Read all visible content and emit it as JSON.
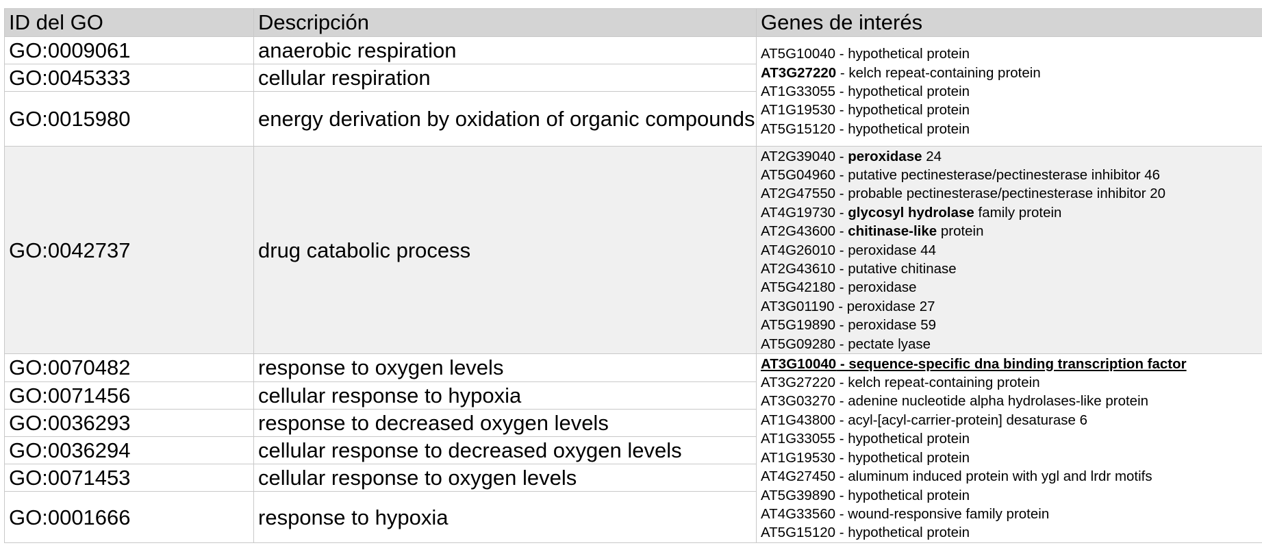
{
  "header": {
    "col_id": "ID del GO",
    "col_desc": "Descripción",
    "col_genes": "Genes de interés"
  },
  "rows": [
    {
      "id": "GO:0009061",
      "desc": "anaerobic respiration"
    },
    {
      "id": "GO:0045333",
      "desc": "cellular respiration"
    },
    {
      "id": "GO:0015980",
      "desc": "energy derivation by oxidation of organic compounds"
    },
    {
      "id": "GO:0042737",
      "desc": "drug catabolic process"
    },
    {
      "id": "GO:0070482",
      "desc": "response to oxygen levels"
    },
    {
      "id": "GO:0071456",
      "desc": "cellular response to hypoxia"
    },
    {
      "id": "GO:0036293",
      "desc": "response to decreased oxygen levels"
    },
    {
      "id": "GO:0036294",
      "desc": "cellular response to decreased oxygen levels"
    },
    {
      "id": "GO:0071453",
      "desc": "cellular response to oxygen levels"
    },
    {
      "id": "GO:0001666",
      "desc": "response to hypoxia"
    }
  ],
  "gene_groups": [
    [
      {
        "code": "AT5G10040",
        "sep": " - ",
        "desc": "hypothetical protein"
      },
      {
        "code": "AT3G27220",
        "sep": " - ",
        "desc": "kelch repeat-containing protein"
      },
      {
        "code": "AT1G33055",
        "sep": " - ",
        "desc": "hypothetical protein"
      },
      {
        "code": "AT1G19530",
        "sep": " - ",
        "desc": "hypothetical protein"
      },
      {
        "code": "AT5G15120",
        "sep": " - ",
        "desc": "hypothetical protein"
      }
    ],
    [
      {
        "code": "AT2G39040",
        "sep": " - ",
        "desc_bold": "peroxidase",
        "desc_rest": " 24"
      },
      {
        "code": "AT5G04960",
        "sep": " - ",
        "desc": "putative pectinesterase/pectinesterase inhibitor 46"
      },
      {
        "code": "AT2G47550",
        "sep": " - ",
        "desc": "probable pectinesterase/pectinesterase inhibitor 20"
      },
      {
        "code": "AT4G19730",
        "sep": " - ",
        "desc_bold": "glycosyl hydrolase",
        "desc_rest": " family protein"
      },
      {
        "code": "AT2G43600",
        "sep": " - ",
        "desc_bold": "chitinase-like",
        "desc_rest": " protein"
      },
      {
        "code": "AT4G26010",
        "sep": " - ",
        "desc": "peroxidase 44"
      },
      {
        "code": "AT2G43610",
        "sep": " - ",
        "desc": "putative chitinase"
      },
      {
        "code": "AT5G42180",
        "sep": " - ",
        "desc": "peroxidase"
      },
      {
        "code": "AT3G01190",
        "sep": " - ",
        "desc": "peroxidase 27"
      },
      {
        "code": "AT5G19890",
        "sep": " - ",
        "desc": "peroxidase 59"
      },
      {
        "code": "AT5G09280",
        "sep": " - ",
        "desc": "pectate lyase"
      }
    ],
    [
      {
        "code": "AT3G10040",
        "sep": " - ",
        "desc": "sequence-specific dna binding transcription factor"
      },
      {
        "code": "AT3G27220",
        "sep": " - ",
        "desc": "kelch repeat-containing protein"
      },
      {
        "code": "AT3G03270",
        "sep": " - ",
        "desc": "adenine nucleotide alpha hydrolases-like protein"
      },
      {
        "code": "AT1G43800",
        "sep": " - ",
        "desc": "acyl-[acyl-carrier-protein] desaturase 6"
      },
      {
        "code": "AT1G33055",
        "sep": " - ",
        "desc": "hypothetical protein"
      },
      {
        "code": "AT1G19530",
        "sep": " - ",
        "desc": "hypothetical protein"
      },
      {
        "code": "AT4G27450",
        "sep": " - ",
        "desc": "aluminum induced protein with ygl and lrdr motifs"
      },
      {
        "code": "AT5G39890",
        "sep": " - ",
        "desc": "hypothetical protein"
      },
      {
        "code": "AT4G33560",
        "sep": " - ",
        "desc": "wound-responsive family protein"
      },
      {
        "code": "AT5G15120",
        "sep": " - ",
        "desc": "hypothetical protein"
      }
    ]
  ]
}
